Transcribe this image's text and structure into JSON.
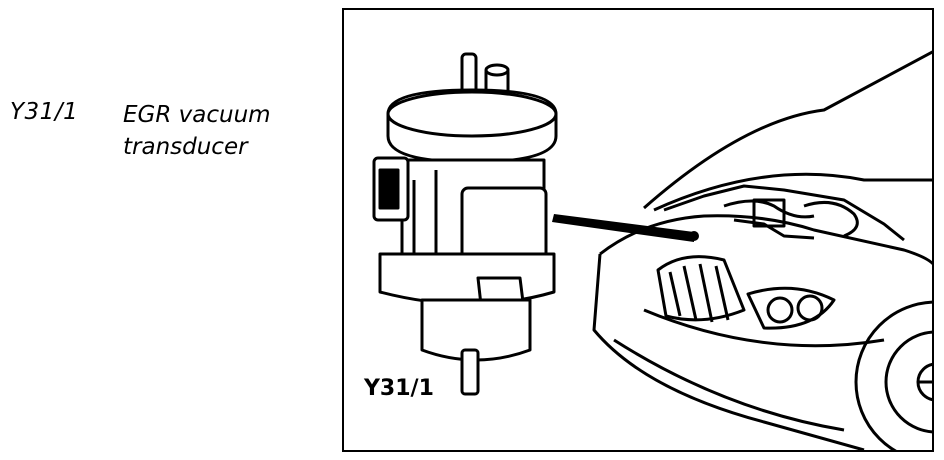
{
  "legend": {
    "code": "Y31/1",
    "description_line1": "EGR vacuum",
    "description_line2": "transducer"
  },
  "figure": {
    "callout_label": "Y31/1"
  }
}
